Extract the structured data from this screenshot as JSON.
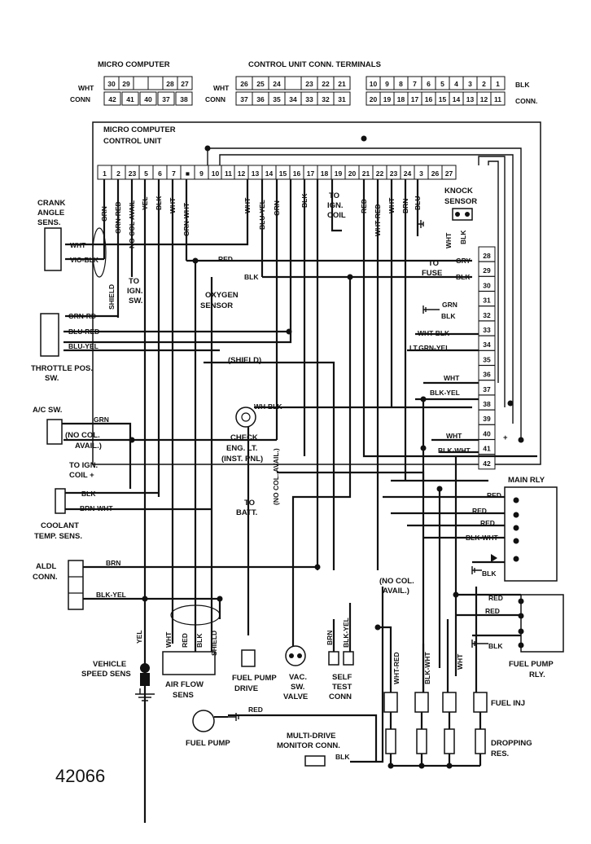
{
  "header": {
    "micro_title": "MICRO COMPUTER",
    "cu_title": "CONTROL UNIT CONN. TERMINALS",
    "wht": "WHT",
    "conn": "CONN",
    "blk": "BLK",
    "conn_dot": "CONN.",
    "left_top": [
      "30",
      "29",
      "",
      "",
      "28",
      "27"
    ],
    "left_bot": [
      "42",
      "41",
      "40",
      "37",
      "38"
    ],
    "mid_top": [
      "26",
      "25",
      "24",
      "",
      "23",
      "22",
      "21"
    ],
    "mid_bot": [
      "37",
      "36",
      "35",
      "34",
      "33",
      "32",
      "31"
    ],
    "right_top": [
      "10",
      "9",
      "8",
      "7",
      "6",
      "5",
      "4",
      "3",
      "2",
      "1"
    ],
    "right_bot": [
      "20",
      "19",
      "18",
      "17",
      "16",
      "15",
      "14",
      "13",
      "12",
      "11"
    ]
  },
  "ecu": {
    "title_line1": "MICRO COMPUTER",
    "title_line2": "CONTROL UNIT",
    "pins": [
      "1",
      "2",
      "23",
      "5",
      "6",
      "7",
      "■",
      "9",
      "10",
      "11",
      "12",
      "13",
      "14",
      "15",
      "16",
      "17",
      "18",
      "19",
      "20",
      "21",
      "22",
      "23",
      "24",
      "3",
      "26",
      "27"
    ],
    "right_pins": [
      "28",
      "29",
      "30",
      "31",
      "32",
      "33",
      "34",
      "35",
      "36",
      "37",
      "38",
      "39",
      "40",
      "41",
      "42"
    ]
  },
  "labels": {
    "crank_angle": [
      "CRANK",
      "ANGLE",
      "SENS."
    ],
    "throttle_pos": [
      "THROTTLE POS.",
      "SW."
    ],
    "ac_sw": "A/C SW.",
    "no_col_avail": [
      "(NO COL.",
      "AVAIL.)"
    ],
    "to_ign_coil": [
      "TO IGN.",
      "COIL +"
    ],
    "coolant_temp": [
      "COOLANT",
      "TEMP. SENS."
    ],
    "aldl_conn": [
      "ALDL",
      "CONN."
    ],
    "vehicle_speed": [
      "VEHICLE",
      "SPEED SENS"
    ],
    "air_flow": [
      "AIR FLOW",
      "SENS"
    ],
    "fuel_pump_drive": [
      "FUEL PUMP",
      "DRIVE"
    ],
    "vac_sw_valve": [
      "VAC.",
      "SW.",
      "VALVE"
    ],
    "self_test": [
      "SELF",
      "TEST",
      "CONN"
    ],
    "fuel_pump": "FUEL PUMP",
    "multi_drive": [
      "MULTI-DRIVE",
      "MONITOR CONN."
    ],
    "fuel_inj": "FUEL INJ",
    "dropping_res": [
      "DROPPING",
      "RES."
    ],
    "main_rly": "MAIN RLY",
    "fuel_pump_rly": [
      "FUEL PUMP",
      "RLY."
    ],
    "oxygen_sensor": [
      "OXYGEN",
      "SENSOR"
    ],
    "check_eng": [
      "CHECK",
      "ENG. LT.",
      "(INST. PNL)"
    ],
    "to_batt": [
      "TO",
      "BATT."
    ],
    "knock_sensor": [
      "KNOCK",
      "SENSOR"
    ],
    "to_fuse": [
      "TO",
      "FUSE"
    ],
    "to_ign_sw": [
      "TO",
      "IGN.",
      "SW."
    ],
    "to_ign_coil_top": [
      "TO",
      "IGN.",
      "COIL"
    ],
    "shield": "SHIELD",
    "shield_paren": "(SHIELD)",
    "no_col_avail_vert": "(NO COL. AVAIL.)",
    "no_col_avail_mid": [
      "(NO COL.",
      "AVAIL.)"
    ],
    "plus": "+"
  },
  "wires": {
    "grn": "GRN",
    "grn_red": "GRN-RED",
    "no_col_avail_v": "NO COL AVAIL",
    "yel": "YEL",
    "blk": "BLK",
    "wht": "WHT",
    "grn_wht": "GRN-WHT",
    "blu_yel": "BLU-YEL",
    "red": "RED",
    "wht_red": "WHT-RED",
    "brn": "BRN",
    "blu": "BLU",
    "vio_blk": "VIO-BLK",
    "grn_rd": "GRN-RD",
    "blu_red": "BLU-RED",
    "blu_yel2": "BLU-YEL",
    "gry": "GRY",
    "wht_blk": "WHT-BLK",
    "lt_grn_yel": "LT.GRN-YEL",
    "blk_yel": "BLK-YEL",
    "blk_wht": "BLK-WHT",
    "wh_blk": "WH-BLK",
    "brn_wht": "BRN-WHT",
    "blk_yel2": "BLK-YEL"
  },
  "figure_number": "42066"
}
